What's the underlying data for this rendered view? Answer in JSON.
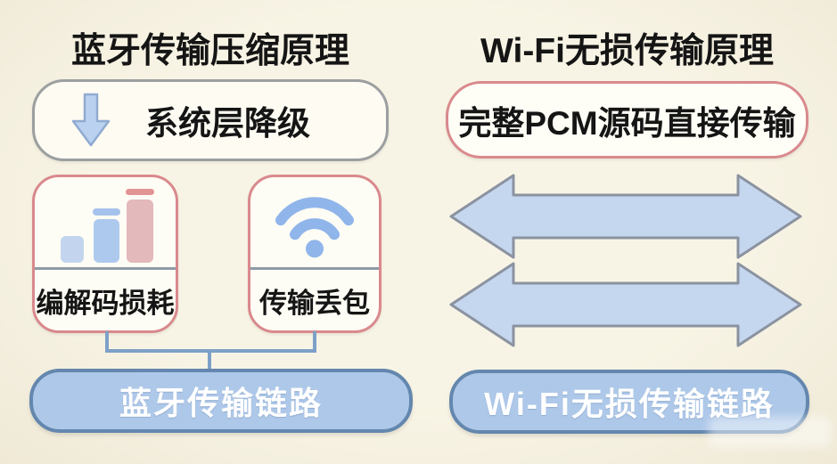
{
  "left": {
    "title": "蓝牙传输压缩原理",
    "downgrade_box": {
      "label": "系统层降级",
      "icon": "down-arrow-icon"
    },
    "codec_box": {
      "label": "编解码损耗",
      "icon": "bar-chart-icon"
    },
    "packet_box": {
      "label": "传输丢包",
      "icon": "wifi-icon"
    },
    "link_box": {
      "label": "蓝牙传输链路"
    }
  },
  "right": {
    "title": "Wi-Fi无损传输原理",
    "pcm_box": {
      "label": "完整PCM源码直接传输"
    },
    "arrows": {
      "icon": "double-arrow-icon",
      "count": 2
    },
    "link_box": {
      "label": "Wi-Fi无损传输链路"
    }
  },
  "colors": {
    "background": "#f7f3e2",
    "card_border_pink": "#d9898d",
    "neutral_border": "#9b9fa0",
    "divider": "#8d9aa6",
    "connector": "#7da0c8",
    "link_fill": "#aec8e9",
    "link_border": "#6487ae",
    "link_text": "#ffffff",
    "arrow_fill": "#c5d7ef",
    "arrow_border": "#8b92a0",
    "icon_blue": "#90b5ea",
    "bar_blue_light": "#c3d5ee",
    "bar_blue": "#aec9ee",
    "bar_cap_blue": "#a5c2ec",
    "bar_pink": "#e3b9bb",
    "bar_cap_red": "#e29394",
    "down_arrow_fill": "#bad1ef",
    "down_arrow_border": "#90abd1",
    "title_text": "#151515"
  }
}
